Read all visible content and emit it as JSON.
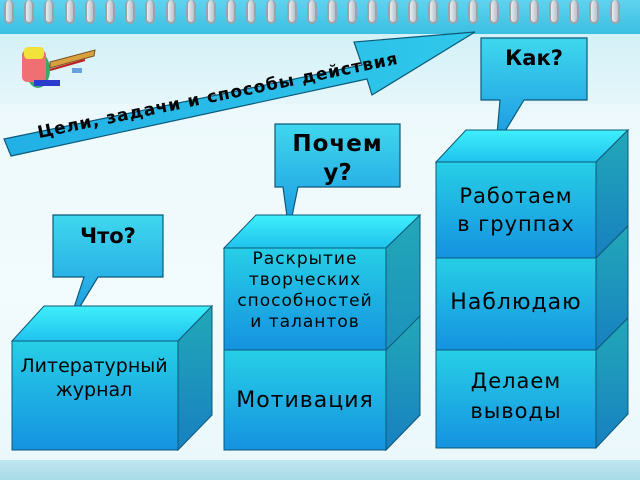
{
  "banner": {
    "text": "Цели, задачи и способы действия"
  },
  "callouts": [
    {
      "id": "what",
      "text": "Что?"
    },
    {
      "id": "why",
      "text": "Почему?",
      "line1": "Почем",
      "line2": "у?"
    },
    {
      "id": "how",
      "text": "Как?"
    }
  ],
  "columns": [
    {
      "id": "what",
      "blocks": [
        {
          "lines": [
            "Литературный",
            "журнал"
          ]
        }
      ]
    },
    {
      "id": "why",
      "blocks": [
        {
          "lines": [
            "Раскрытие",
            "творческих",
            "способностей",
            "и талантов"
          ]
        },
        {
          "lines": [
            "Мотивация"
          ]
        }
      ]
    },
    {
      "id": "how",
      "blocks": [
        {
          "lines": [
            "Работаем",
            "в группах"
          ]
        },
        {
          "lines": [
            "Наблюдаю"
          ]
        },
        {
          "lines": [
            "Делаем",
            "выводы"
          ]
        }
      ]
    }
  ],
  "colors": {
    "cube_front": "#1fb4e6",
    "cube_top": "#33d6f2",
    "cube_side": "#1a9bb5",
    "callout": "#2bb6e8",
    "border": "#0c5a7a"
  },
  "decoration": {
    "icon": "school-backpack-icon"
  }
}
